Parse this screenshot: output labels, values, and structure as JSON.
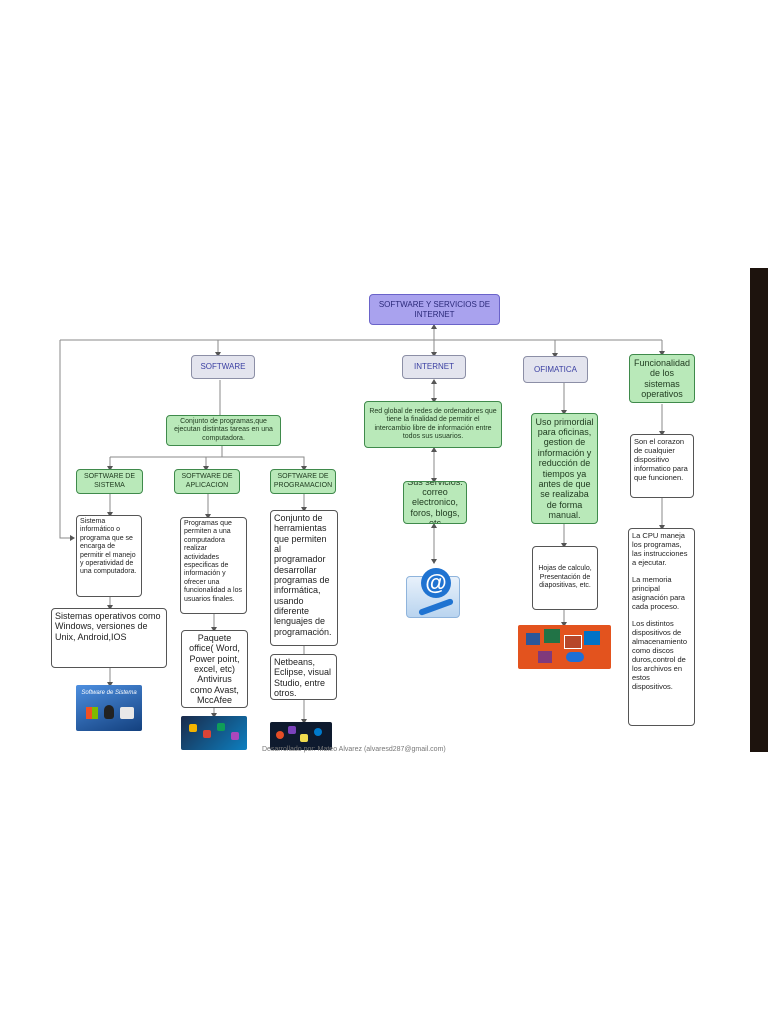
{
  "title": "SOFTWARE Y SERVICIOS DE INTERNET",
  "branches": {
    "software": "SOFTWARE",
    "internet": "INTERNET",
    "ofimatica": "OFIMATICA",
    "funcionalidad": "Funcionalidad de los sistemas operativos"
  },
  "software": {
    "definition": "Conjunto de programas,que ejecutan distintas tareas en una computadora.",
    "sistema": {
      "title": "SOFTWARE DE SISTEMA",
      "description": "Sistema informático o programa que se encarga de permitir el manejo y operatividad de una computadora.",
      "examples": "Sistemas operativos como Windows, versiones de Unix, Android,IOS",
      "image_caption": "Software de Sistema"
    },
    "aplicacion": {
      "title": "SOFTWARE DE APLICACION",
      "description": "Programas que permiten a una computadora realizar actividades especificas de información y ofrecer una funcionalidad a los usuarios finales.",
      "examples": "Paquete office( Word, Power point, excel, etc) Antivirus como Avast, MccAfee"
    },
    "programacion": {
      "title": "SOFTWARE DE PROGRAMACION",
      "description": "Conjunto de herramientas que permiten al programador desarrollar programas de informática, usando diferente lenguajes de programación.",
      "examples": "Netbeans, Eclipse, visual Studio, entre otros."
    }
  },
  "internet": {
    "definition": "Red global de redes de ordenadores que tiene la finalidad de permitir el intercambio libre de información entre todos sus usuarios.",
    "services": "Sus servicios: correo electronico, foros, blogs, etc"
  },
  "ofimatica": {
    "definition": "Uso primordial para oficinas, gestion de información y reducción de tiempos ya antes de que se realizaba de forma manual.",
    "examples": "Hojas de calculo, Presentación de diapositivas, etc."
  },
  "funcionalidad": {
    "corazon": "Son el corazon de cualquier dispositivo informatico para que funcionen.",
    "cpu": "La CPU maneja los programas, las instrucciones a ejecutar.",
    "memoria": "La memoria principal asignación para cada proceso.",
    "dispositivos": "Los distintos dispositivos de almacenamiento como discos duros,control de los archivos en estos dispositivos."
  },
  "footer": "Desarrollado por: Mateo Alvarez (alvaresd287@gmail.com)",
  "colors": {
    "title_fill": "#a9a2ee",
    "branch_fill": "#e3e4ee",
    "green_fill": "#b9e9b9",
    "border": "#555555"
  }
}
